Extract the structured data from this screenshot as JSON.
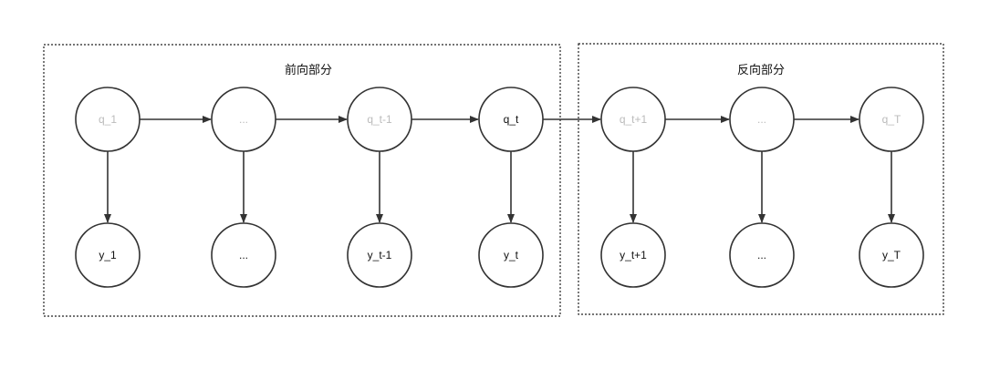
{
  "groups": {
    "forward": {
      "label": "前向部分"
    },
    "backward": {
      "label": "反向部分"
    }
  },
  "hidden_states": [
    "q_1",
    "...",
    "q_t-1",
    "q_t",
    "q_t+1",
    "...",
    "q_T"
  ],
  "hidden_state_faded": [
    true,
    true,
    true,
    false,
    true,
    true,
    true
  ],
  "observations": [
    "y_1",
    "...",
    "y_t-1",
    "y_t",
    "y_t+1",
    "...",
    "y_T"
  ],
  "colors": {
    "stroke": "#333333",
    "text_dark": "#111111",
    "text_faded": "#bbbbbb",
    "node_fill": "#ffffff"
  }
}
